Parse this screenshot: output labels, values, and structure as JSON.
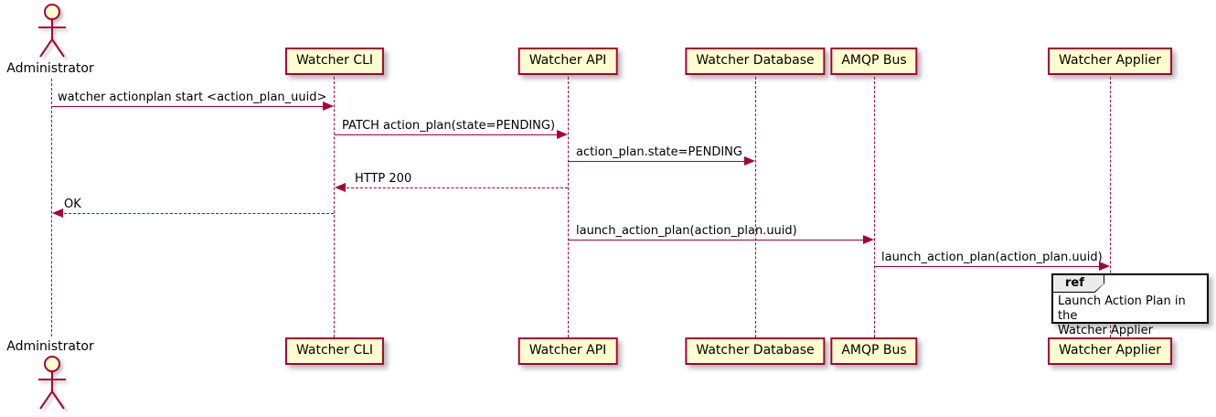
{
  "diagram": {
    "type": "uml-sequence",
    "colors": {
      "participant_fill": "#FEFECE",
      "participant_border": "#A80036",
      "lifeline": "#A80036",
      "arrow": "#A80036",
      "text": "#000000",
      "ref_fill": "#FFFFFF",
      "ref_tab_fill": "#EBEBEB",
      "ref_border": "#000000",
      "background": "#FFFFFF"
    },
    "actor": {
      "name": "Administrator"
    },
    "participants": [
      {
        "name": "Watcher CLI"
      },
      {
        "name": "Watcher API"
      },
      {
        "name": "Watcher Database"
      },
      {
        "name": "AMQP Bus"
      },
      {
        "name": "Watcher Applier"
      }
    ],
    "messages": [
      {
        "from": "Administrator",
        "to": "Watcher CLI",
        "label": "watcher actionplan start <action_plan_uuid>",
        "line": "solid",
        "direction": "right"
      },
      {
        "from": "Watcher CLI",
        "to": "Watcher API",
        "label": "PATCH action_plan(state=PENDING)",
        "line": "solid",
        "direction": "right"
      },
      {
        "from": "Watcher API",
        "to": "Watcher Database",
        "label": "action_plan.state=PENDING",
        "line": "solid",
        "direction": "right"
      },
      {
        "from": "Watcher API",
        "to": "Watcher CLI",
        "label": "HTTP 200",
        "line": "dashed",
        "direction": "left"
      },
      {
        "from": "Watcher CLI",
        "to": "Administrator",
        "label": "OK",
        "line": "dashed",
        "direction": "left"
      },
      {
        "from": "Watcher API",
        "to": "AMQP Bus",
        "label": "launch_action_plan(action_plan.uuid)",
        "line": "solid",
        "direction": "right"
      },
      {
        "from": "AMQP Bus",
        "to": "Watcher Applier",
        "label": "launch_action_plan(action_plan.uuid)",
        "line": "solid",
        "direction": "right"
      }
    ],
    "ref": {
      "keyword": "ref",
      "over": "Watcher Applier",
      "text": "Launch Action Plan in the\nWatcher Applier"
    }
  }
}
